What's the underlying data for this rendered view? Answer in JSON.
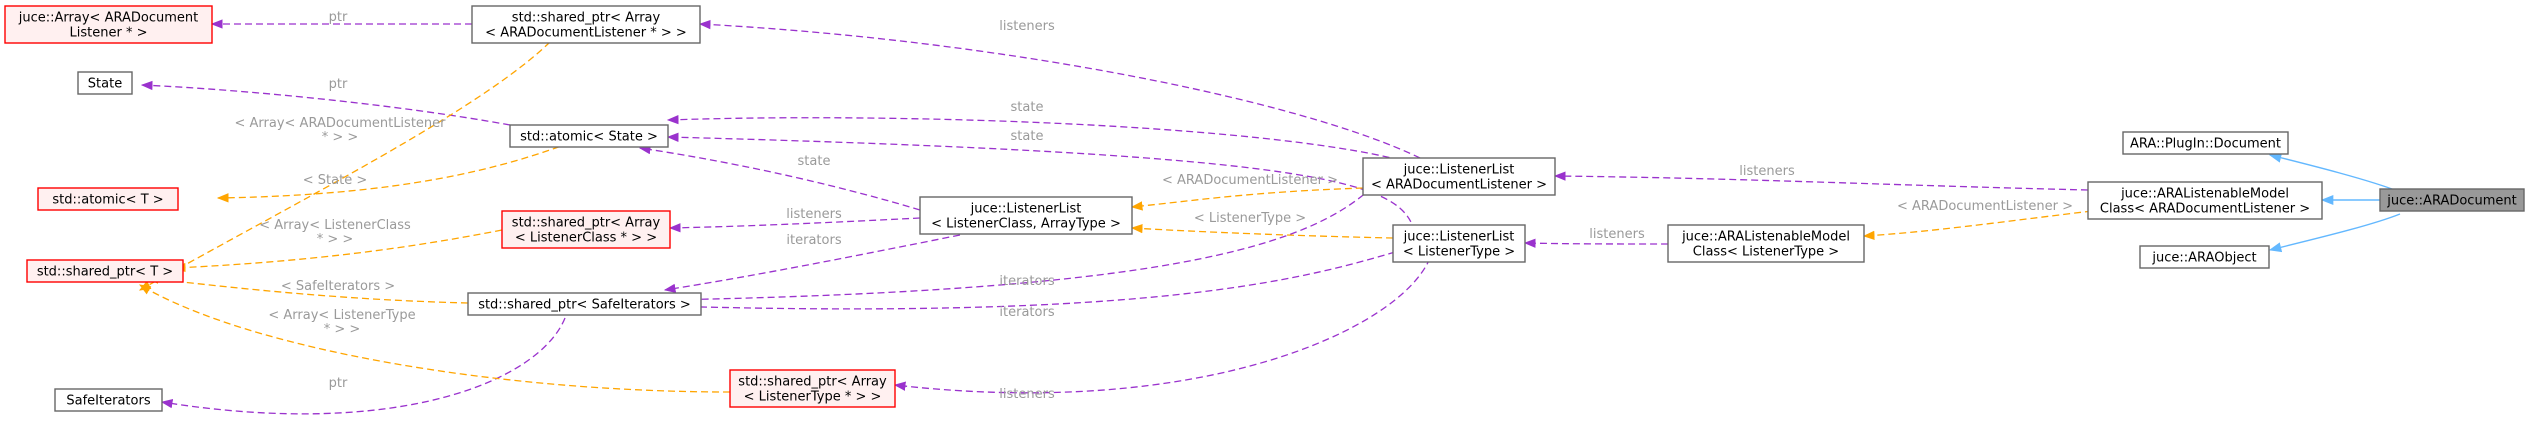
{
  "nodes": {
    "ara_document": {
      "lines": [
        "juce::ARADocument"
      ],
      "style": "gray"
    },
    "ara_plugin_document": {
      "lines": [
        "ARA::PlugIn::Document"
      ],
      "style": "normal"
    },
    "ara_listenable_model_doc": {
      "lines": [
        "juce::ARAListenableModel",
        "Class< ARADocumentListener >"
      ],
      "style": "normal"
    },
    "ara_object": {
      "lines": [
        "juce::ARAObject"
      ],
      "style": "normal"
    },
    "ara_listenable_model_type": {
      "lines": [
        "juce::ARAListenableModel",
        "Class< ListenerType >"
      ],
      "style": "normal"
    },
    "listenerlist_doc": {
      "lines": [
        "juce::ListenerList",
        "< ARADocumentListener >"
      ],
      "style": "normal"
    },
    "listenerlist_type": {
      "lines": [
        "juce::ListenerList",
        "< ListenerType >"
      ],
      "style": "normal"
    },
    "listenerlist_class": {
      "lines": [
        "juce::ListenerList",
        "< ListenerClass, ArrayType >"
      ],
      "style": "normal"
    },
    "shared_ptr_array_doc": {
      "lines": [
        "std::shared_ptr< Array",
        "< ARADocumentListener * > >"
      ],
      "style": "normal"
    },
    "juce_array_doc": {
      "lines": [
        "juce::Array< ARADocument",
        "Listener * >"
      ],
      "style": "red"
    },
    "state": {
      "lines": [
        "State"
      ],
      "style": "normal"
    },
    "atomic_state": {
      "lines": [
        "std::atomic< State >"
      ],
      "style": "normal"
    },
    "atomic_t": {
      "lines": [
        "std::atomic< T >"
      ],
      "style": "red"
    },
    "shared_ptr_t": {
      "lines": [
        "std::shared_ptr< T >"
      ],
      "style": "red"
    },
    "shared_ptr_array_class": {
      "lines": [
        "std::shared_ptr< Array",
        "< ListenerClass * > >"
      ],
      "style": "red"
    },
    "shared_ptr_safeiterators": {
      "lines": [
        "std::shared_ptr< SafeIterators >"
      ],
      "style": "normal"
    },
    "safeiterators": {
      "lines": [
        "SafeIterators"
      ],
      "style": "normal"
    },
    "shared_ptr_array_type": {
      "lines": [
        "std::shared_ptr< Array",
        "< ListenerType * > >"
      ],
      "style": "red"
    }
  },
  "edge_labels": {
    "ptr_top": [
      "ptr"
    ],
    "listeners_top": [
      "listeners"
    ],
    "ptr_state": [
      "ptr"
    ],
    "state_1": [
      "state"
    ],
    "state_2": [
      "state"
    ],
    "state_3": [
      "state"
    ],
    "array_doc_listener": [
      "< Array< ARADocumentListener",
      "* > >"
    ],
    "state_templ": [
      "< State >"
    ],
    "array_listener_class": [
      "< Array< ListenerClass",
      "* > >"
    ],
    "safeiterators_templ": [
      "< SafeIterators >"
    ],
    "array_listener_type": [
      "< Array< ListenerType",
      "* > >"
    ],
    "ptr_safe": [
      "ptr"
    ],
    "listeners_class": [
      "listeners"
    ],
    "iterators_1": [
      "iterators"
    ],
    "iterators_2": [
      "iterators"
    ],
    "iterators_3": [
      "iterators"
    ],
    "listeners_bottom": [
      "listeners"
    ],
    "ara_doc_listener_templ": [
      "< ARADocumentListener >"
    ],
    "listener_type_templ": [
      "< ListenerType >"
    ],
    "listeners_right": [
      "listeners"
    ],
    "listeners_model": [
      "listeners"
    ],
    "ara_doc_listener_model": [
      "< ARADocumentListener >"
    ]
  }
}
